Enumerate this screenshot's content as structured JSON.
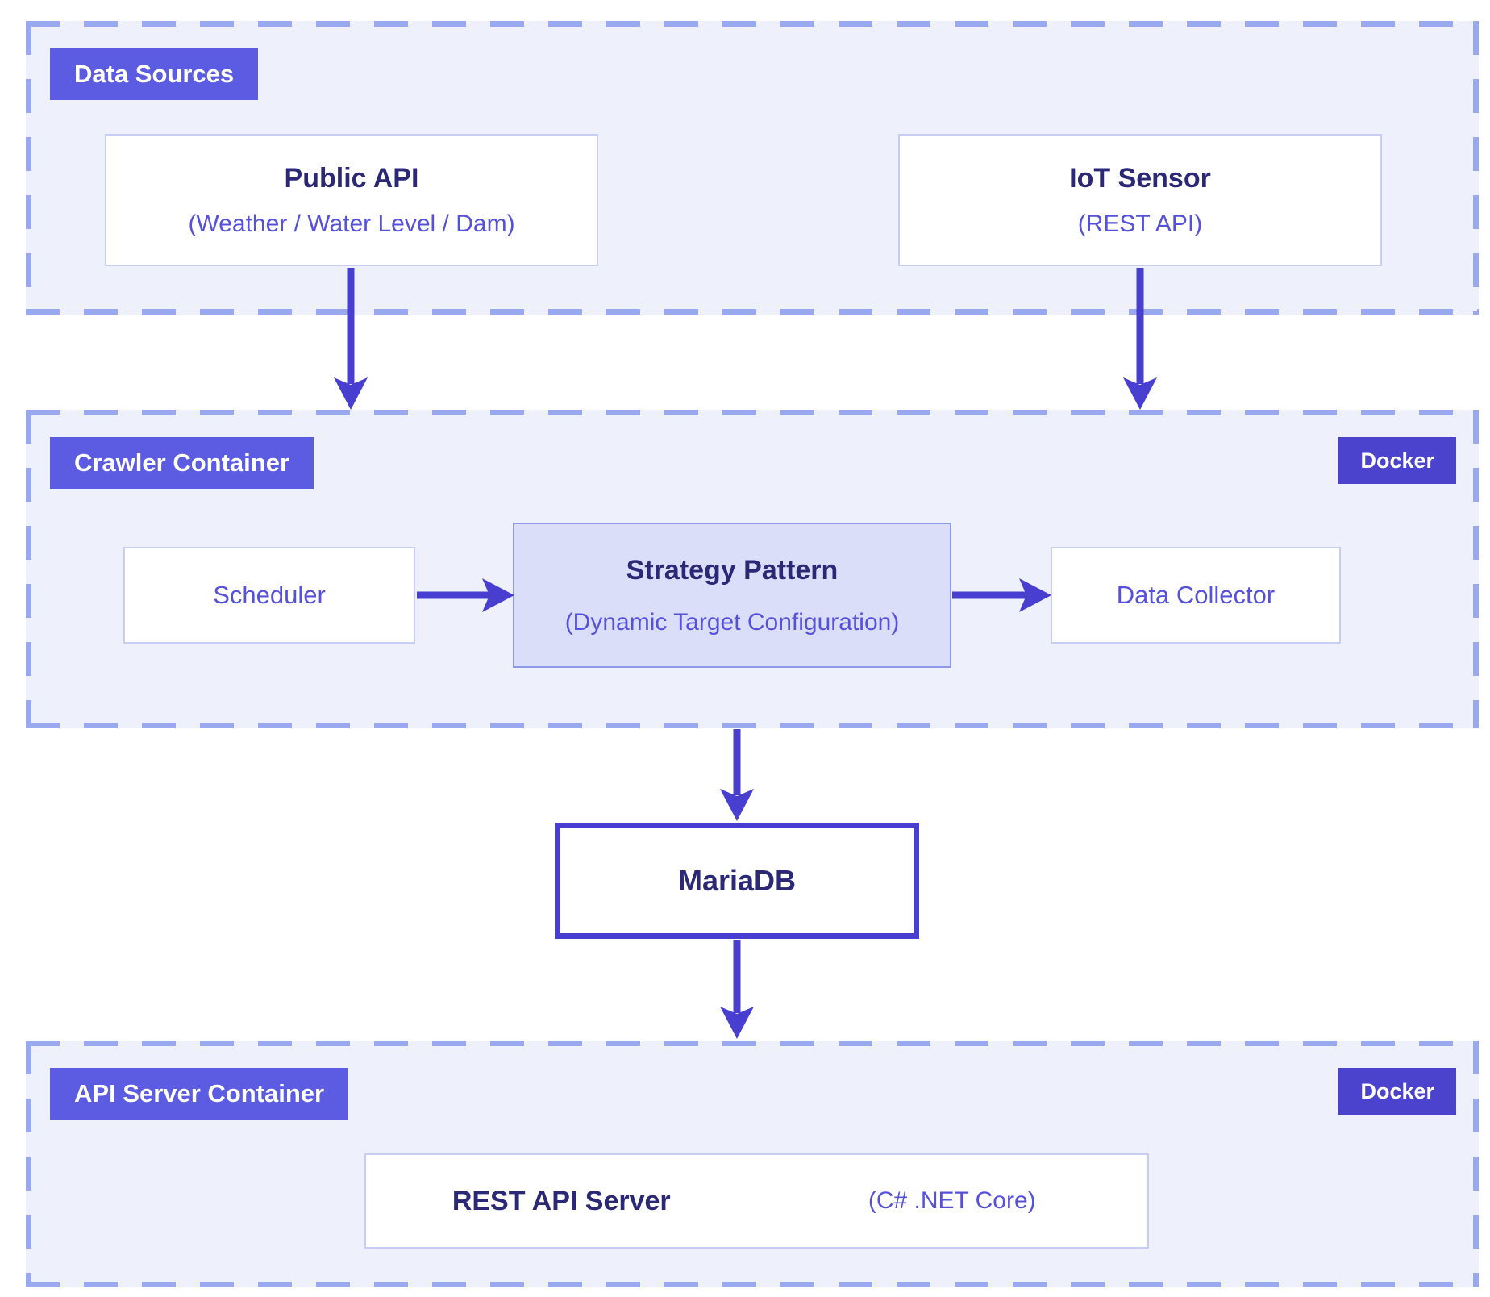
{
  "colors": {
    "accent": "#483FD1",
    "zone_bg": "#EEF1FB",
    "dash": "#9AA8F0",
    "badge_bg": "#5B5CE2",
    "docker_bg": "#4B42CE",
    "navy": "#2B2876",
    "purple": "#5551DB",
    "box_border": "#C7CDF4",
    "strategy_bg": "#DADEF9",
    "strategy_border": "#8F99E8"
  },
  "zones": {
    "data_sources": {
      "label": "Data Sources",
      "nodes": {
        "public_api": {
          "title": "Public API",
          "subtitle": "(Weather / Water Level / Dam)"
        },
        "iot_sensor": {
          "title": "IoT Sensor",
          "subtitle": "(REST API)"
        }
      }
    },
    "crawler": {
      "label": "Crawler Container",
      "badge": "Docker",
      "nodes": {
        "scheduler": {
          "title": "Scheduler"
        },
        "strategy": {
          "title": "Strategy Pattern",
          "subtitle": "(Dynamic Target Configuration)"
        },
        "data_collector": {
          "title": "Data Collector"
        }
      }
    },
    "api_server": {
      "label": "API Server Container",
      "badge": "Docker",
      "nodes": {
        "rest_api": {
          "title": "REST API Server",
          "subtitle": "(C# .NET Core)"
        }
      }
    }
  },
  "database": {
    "title": "MariaDB"
  }
}
